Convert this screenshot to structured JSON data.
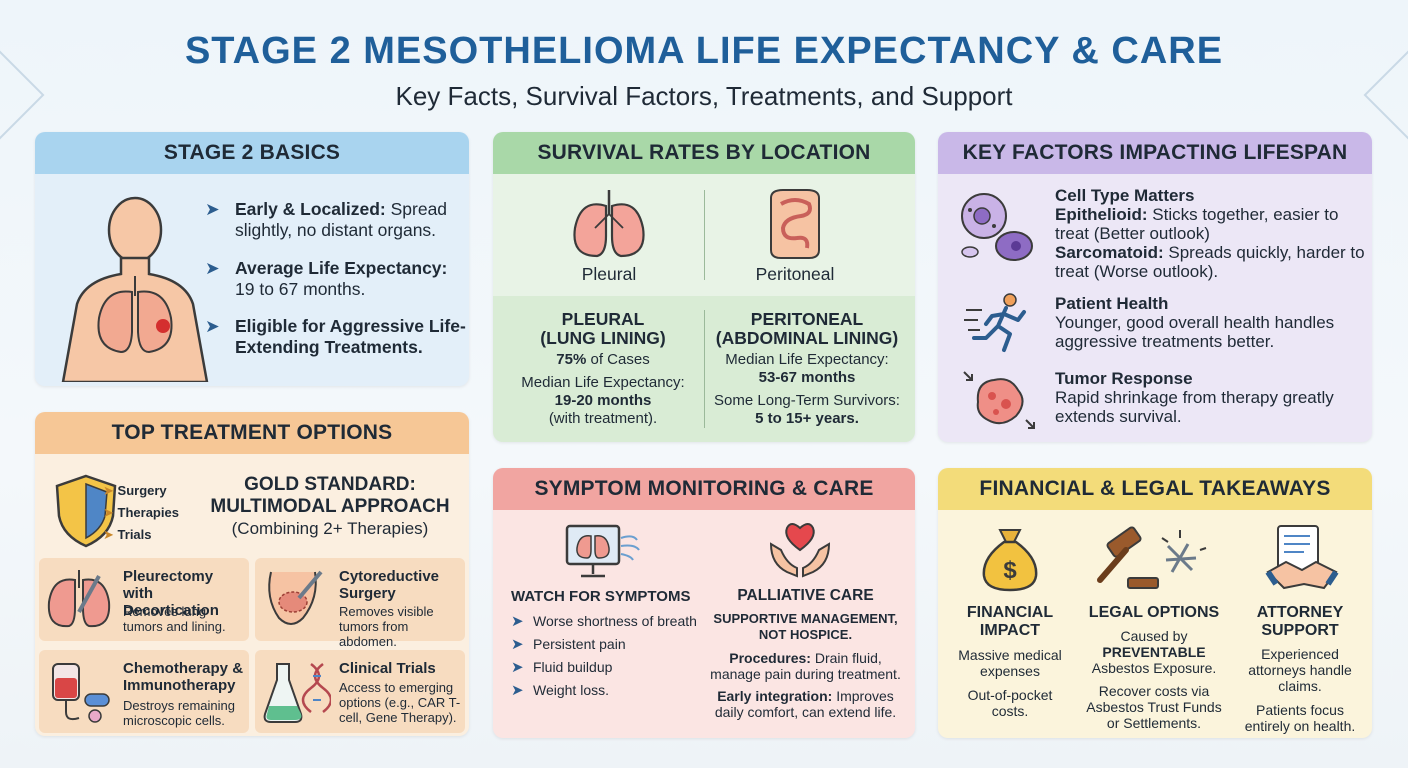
{
  "header": {
    "title": "STAGE 2 MESOTHELIOMA LIFE EXPECTANCY & CARE",
    "subtitle": "Key Facts, Survival Factors, Treatments, and Support"
  },
  "basics": {
    "title": "STAGE 2 BASICS",
    "items": [
      {
        "bold": "Early & Localized:",
        "text": " Spread slightly, no distant organs."
      },
      {
        "bold": "Average Life Expectancy:",
        "text": " 19 to 67 months."
      },
      {
        "bold": "Eligible for Aggressive Life-Extending Treatments.",
        "text": ""
      }
    ]
  },
  "survival": {
    "title": "SURVIVAL RATES BY LOCATION",
    "pleural_label": "Pleural",
    "peritoneal_label": "Peritoneal",
    "pleural": {
      "h1": "PLEURAL",
      "h2": "(LUNG LINING)",
      "cases_bold": "75%",
      "cases_rest": " of Cases",
      "median": "Median Life Expectancy:",
      "value": "19-20 months",
      "note": "(with treatment)."
    },
    "peritoneal": {
      "h1": "PERITONEAL",
      "h2": "(ABDOMINAL LINING)",
      "median": "Median Life Expectancy:",
      "value": "53-67 months",
      "long": "Some Long-Term Survivors:",
      "long_value": "5 to 15+ years."
    }
  },
  "factors": {
    "title": "KEY FACTORS IMPACTING LIFESPAN",
    "cell": {
      "title": "Cell Type Matters",
      "epi_bold": "Epithelioid:",
      "epi_text": " Sticks together, easier to treat (Better outlook)",
      "sar_bold": "Sarcomatoid:",
      "sar_text": " Spreads quickly, harder to treat (Worse outlook)."
    },
    "health": {
      "title": "Patient Health",
      "text": "Younger, good overall health handles aggressive treatments better."
    },
    "tumor": {
      "title": "Tumor Response",
      "text": "Rapid shrinkage from therapy greatly extends survival."
    }
  },
  "treatments": {
    "title": "TOP TREATMENT OPTIONS",
    "shield_labels": [
      "Surgery",
      "Therapies",
      "Trials"
    ],
    "gold1": "GOLD STANDARD:",
    "gold2": "MULTIMODAL APPROACH",
    "gold3": "(Combining 2+ Therapies)",
    "tiles": [
      {
        "title": "Pleurectomy with Decortication",
        "desc": "Removes lung tumors and lining."
      },
      {
        "title": "Cytoreductive Surgery",
        "desc": "Removes visible tumors from abdomen."
      },
      {
        "title": "Chemotherapy & Immunotherapy",
        "desc": "Destroys remaining microscopic cells."
      },
      {
        "title": "Clinical Trials",
        "desc": "Access to emerging options (e.g., CAR T-cell, Gene Therapy)."
      }
    ]
  },
  "symptoms": {
    "title": "SYMPTOM MONITORING & CARE",
    "watch_title": "WATCH FOR SYMPTOMS",
    "watch_items": [
      "Worse shortness of breath",
      "Persistent pain",
      "Fluid buildup",
      "Weight loss."
    ],
    "palliative_title": "PALLIATIVE CARE",
    "palliative_sub1": "SUPPORTIVE MANAGEMENT,",
    "palliative_sub2": "NOT HOSPICE.",
    "proc_bold": "Procedures:",
    "proc_text": " Drain fluid, manage pain during treatment.",
    "early_bold": "Early integration:",
    "early_text": " Improves daily comfort, can extend life."
  },
  "finance": {
    "title": "FINANCIAL & LEGAL TAKEAWAYS",
    "col1": {
      "h1": "FINANCIAL",
      "h2": "IMPACT",
      "p1": "Massive medical expenses",
      "p2": "Out-of-pocket costs."
    },
    "col2": {
      "h1": "LEGAL OPTIONS",
      "p1a": "Caused by",
      "p1b": "PREVENTABLE",
      "p1c": "Asbestos Exposure.",
      "p2": "Recover costs via Asbestos Trust Funds or Settlements."
    },
    "col3": {
      "h1": "ATTORNEY",
      "h2": "SUPPORT",
      "p1": "Experienced attorneys handle claims.",
      "p2": "Patients focus entirely on health."
    }
  },
  "colors": {
    "title": "#1f5f9a",
    "basics_head": "#a9d4ef",
    "survival_head": "#a9d8a8",
    "factors_head": "#c9b8e8",
    "treat_head": "#f6c796",
    "symptoms_head": "#f1a5a1",
    "finance_head": "#f3dc7a"
  }
}
